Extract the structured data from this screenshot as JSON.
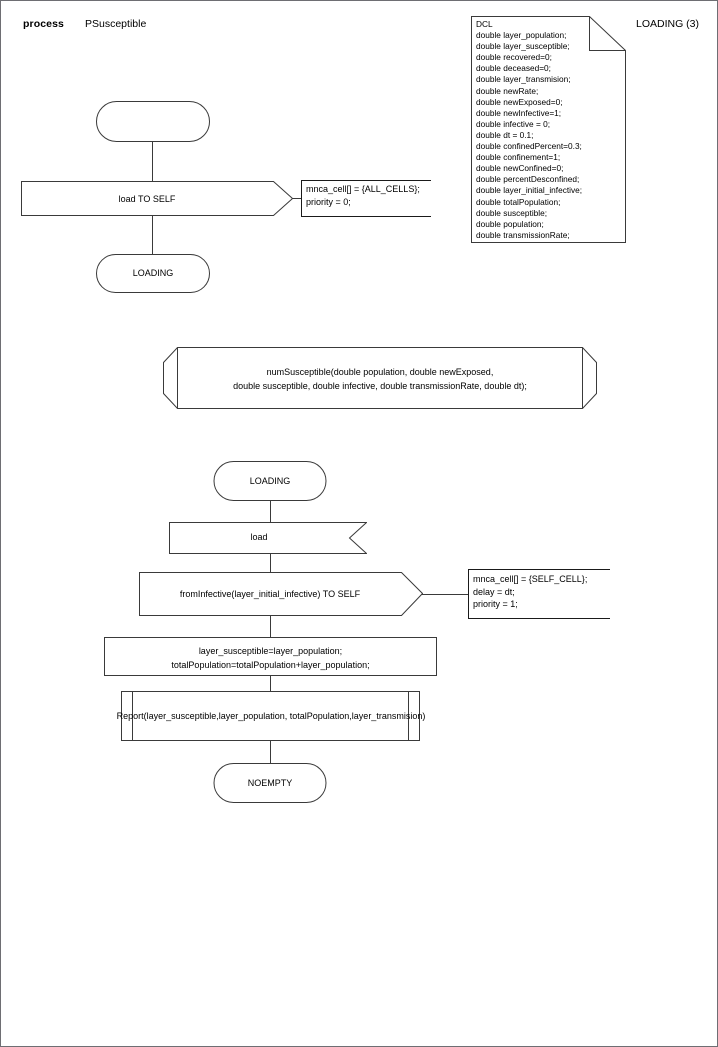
{
  "header": {
    "kind_label": "process",
    "process_name": "PSusceptible",
    "state_ref": "LOADING (3)"
  },
  "declaration_note": {
    "title": "DCL",
    "icon": "note-folded-corner-icon",
    "lines": [
      "DCL",
      "double layer_population;",
      "double layer_susceptible;",
      "double recovered=0;",
      "double deceased=0;",
      "double layer_transmision;",
      "double newRate;",
      "double newExposed=0;",
      "double newInfective=1;",
      "double infective = 0;",
      "double dt = 0.1;",
      "double confinedPercent=0.3;",
      "double confinement=1;",
      "double newConfined=0;",
      "double percentDesconfined;",
      "double layer_initial_infective;",
      "double totalPopulation;",
      "double susceptible;",
      "double population;",
      "double transmissionRate;"
    ]
  },
  "flow_a": {
    "start_symbol": {
      "label": "",
      "type": "start"
    },
    "output_symbol": {
      "label": "load TO SELF",
      "type": "output"
    },
    "output_comment": {
      "lines": [
        "mnca_cell[] = {ALL_CELLS};",
        "priority = 0;"
      ]
    },
    "state_symbol": {
      "label": "LOADING",
      "type": "state"
    }
  },
  "macro_symbol": {
    "type": "procedure-call",
    "lines": [
      "numSusceptible(double population, double newExposed,",
      "double susceptible, double infective, double transmissionRate, double dt);"
    ]
  },
  "flow_b": {
    "state_symbol": {
      "label": "LOADING",
      "type": "state"
    },
    "input_symbol": {
      "label": "load",
      "type": "input"
    },
    "output_symbol": {
      "label": "fromInfective(layer_initial_infective) TO SELF",
      "type": "output"
    },
    "output_comment": {
      "lines": [
        "mnca_cell[] = {SELF_CELL};",
        "delay = dt;",
        "priority = 1;"
      ]
    },
    "task_symbol": {
      "type": "task",
      "lines": [
        "layer_susceptible=layer_population;",
        "totalPopulation=totalPopulation+layer_population;"
      ]
    },
    "procedure_symbol": {
      "type": "procedure-call",
      "label": "Report(layer_susceptible,layer_population, totalPopulation,layer_transmision)"
    },
    "next_state_symbol": {
      "label": "NOEMPTY",
      "type": "state"
    }
  },
  "colors": {
    "stroke": "#3a3a3a",
    "stroke_dark": "#1a1a1a",
    "page_border": "#6e6e73",
    "background": "#ffffff",
    "text": "#000000"
  }
}
